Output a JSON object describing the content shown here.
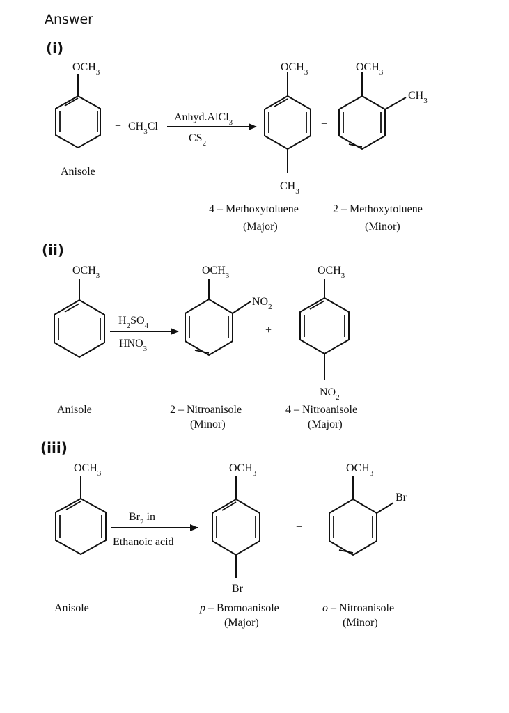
{
  "title": "Answer",
  "parts": [
    {
      "label": "(i)",
      "reactant": {
        "group": "OCH3",
        "name": "Anisole"
      },
      "reagent_plus": "+",
      "reagent": "CH3Cl",
      "conditions_above": "Anhyd.AlCl3",
      "conditions_below": "CS2",
      "plus": "+",
      "products": [
        {
          "top_group": "OCH3",
          "sub_group": "CH3",
          "position": "para",
          "name": "4 – Methoxytoluene",
          "yield": "(Major)"
        },
        {
          "top_group": "OCH3",
          "sub_group": "CH3",
          "position": "ortho",
          "name": "2 – Methoxytoluene",
          "yield": "(Minor)"
        }
      ]
    },
    {
      "label": "(ii)",
      "reactant": {
        "group": "OCH3",
        "name": "Anisole"
      },
      "conditions_above": "H2SO4",
      "conditions_below": "HNO3",
      "plus": "+",
      "products": [
        {
          "top_group": "OCH3",
          "sub_group": "NO2",
          "position": "ortho",
          "name": "2 – Nitroanisole",
          "yield": "(Minor)"
        },
        {
          "top_group": "OCH3",
          "sub_group": "NO2",
          "position": "para",
          "name": "4 – Nitroanisole",
          "yield": "(Major)"
        }
      ]
    },
    {
      "label": "(iii)",
      "reactant": {
        "group": "OCH3",
        "name": "Anisole"
      },
      "conditions_above": "Br2 in",
      "conditions_below": "Ethanoic acid",
      "plus": "+",
      "products": [
        {
          "top_group": "OCH3",
          "sub_group": "Br",
          "position": "para",
          "name_prefix": "p",
          "name": " – Bromoanisole",
          "yield": "(Major)"
        },
        {
          "top_group": "OCH3",
          "sub_group": "Br",
          "position": "ortho",
          "name_prefix": "o",
          "name": " – Nitroanisole",
          "yield": "(Minor)"
        }
      ]
    }
  ]
}
